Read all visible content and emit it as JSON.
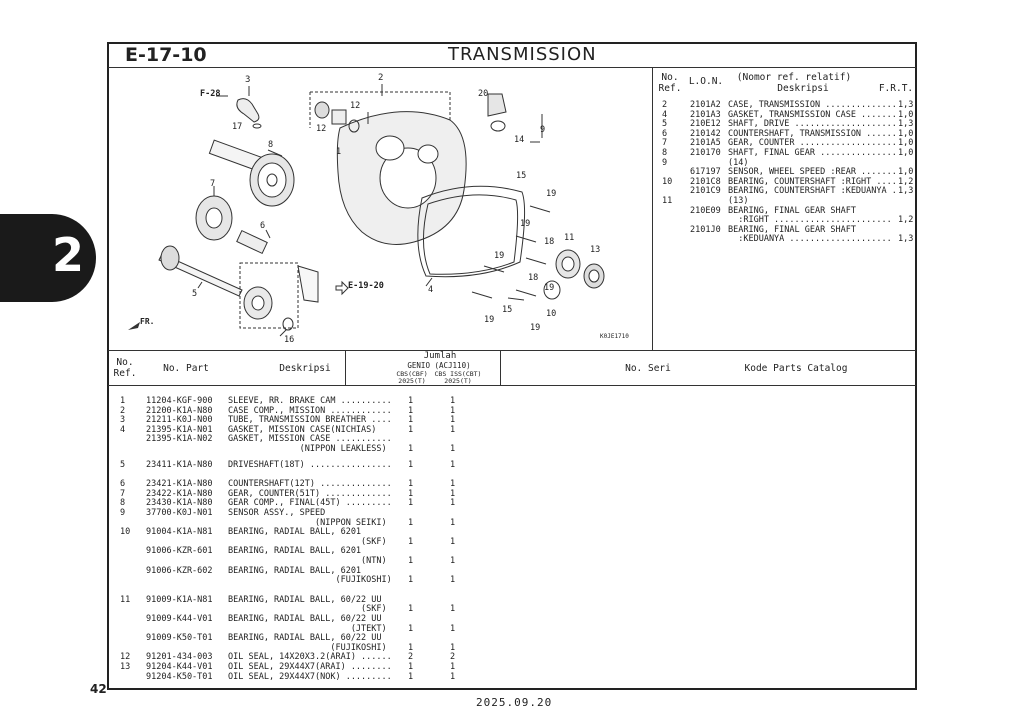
{
  "header": {
    "section_code": "E-17-10",
    "title": "TRANSMISSION"
  },
  "side_tab": "2",
  "page_number": "42",
  "footer_date": "2025.09.20",
  "diagram": {
    "code": "K0JE1710",
    "refs": {
      "r1": "1",
      "r2": "2",
      "r3": "3",
      "r4": "4",
      "r5": "5",
      "r6": "6",
      "r7": "7",
      "r8": "8",
      "r9": "9",
      "r10": "10",
      "r11": "11",
      "r12a": "12",
      "r12b": "12",
      "r13": "13",
      "r14": "14",
      "r15a": "15",
      "r15b": "15",
      "r16": "16",
      "r17": "17",
      "r18a": "18",
      "r18b": "18",
      "r19a": "19",
      "r19b": "19",
      "r19c": "19",
      "r19d": "19",
      "r19e": "19",
      "r20": "20"
    },
    "f28": "F-28",
    "e1920": "E-19-20",
    "fr": "FR."
  },
  "right_table": {
    "headers": {
      "no": "No.",
      "ref": "Ref.",
      "lon": "L.O.N.",
      "desc_top": "(Nomor ref. relatif)",
      "desc": "Deskripsi",
      "frt": "F.R.T."
    },
    "rows": [
      {
        "ref": "2",
        "lon": "2101A2",
        "desc": "CASE, TRANSMISSION ..............",
        "frt": "1,3"
      },
      {
        "ref": "4",
        "lon": "2101A3",
        "desc": "GASKET, TRANSMISSION CASE .......",
        "frt": "1,0"
      },
      {
        "ref": "5",
        "lon": "210E12",
        "desc": "SHAFT, DRIVE ....................",
        "frt": "1,3"
      },
      {
        "ref": "6",
        "lon": "210142",
        "desc": "COUNTERSHAFT, TRANSMISSION ......",
        "frt": "1,0"
      },
      {
        "ref": "7",
        "lon": "2101A5",
        "desc": "GEAR, COUNTER ...................",
        "frt": "1,0"
      },
      {
        "ref": "8",
        "lon": "210170",
        "desc": "SHAFT, FINAL GEAR ...............",
        "frt": "1,0"
      },
      {
        "ref": "9",
        "lon": "",
        "desc": "(14)",
        "frt": ""
      },
      {
        "ref": "",
        "lon": "617197",
        "desc": "SENSOR, WHEEL SPEED :REAR .......",
        "frt": "1,0"
      },
      {
        "ref": "10",
        "lon": "2101C8",
        "desc": "BEARING, COUNTERSHAFT :RIGHT ....",
        "frt": "1,2"
      },
      {
        "ref": "",
        "lon": "2101C9",
        "desc": "BEARING, COUNTERSHAFT :KEDUANYA .",
        "frt": "1,3"
      },
      {
        "ref": "11",
        "lon": "",
        "desc": "(13)",
        "frt": ""
      },
      {
        "ref": "",
        "lon": "210E09",
        "desc": "BEARING, FINAL GEAR SHAFT",
        "frt": ""
      },
      {
        "ref": "",
        "lon": "",
        "desc": "  :RIGHT .......................",
        "frt": "1,2"
      },
      {
        "ref": "",
        "lon": "2101J0",
        "desc": "BEARING, FINAL GEAR SHAFT",
        "frt": ""
      },
      {
        "ref": "",
        "lon": "",
        "desc": "  :KEDUANYA ....................",
        "frt": "1,3"
      }
    ]
  },
  "parts_table": {
    "headers": {
      "no": "No.",
      "ref": "Ref.",
      "part_no": "No. Part",
      "desc": "Deskripsi",
      "jumlah": "Jumlah",
      "model": "GENIO (ACJ110)",
      "cbs_cbf": "CBS(CBF)",
      "cbs_iss": "CBS ISS(CBT)",
      "y1": "2025(T)",
      "y2": "2025(T)",
      "seri": "No. Seri",
      "catalog": "Kode Parts Catalog"
    },
    "rows": [
      {
        "ref": "1",
        "part": "11204-KGF-900",
        "desc": "SLEEVE, RR. BRAKE CAM ..........",
        "q1": "1",
        "q2": "1"
      },
      {
        "ref": "2",
        "part": "21200-K1A-N80",
        "desc": "CASE COMP., MISSION ............",
        "q1": "1",
        "q2": "1"
      },
      {
        "ref": "3",
        "part": "21211-K0J-N00",
        "desc": "TUBE, TRANSMISSION BREATHER ....",
        "q1": "1",
        "q2": "1"
      },
      {
        "ref": "4",
        "part": "21395-K1A-N01",
        "desc": "GASKET, MISSION CASE(NICHIAS)",
        "q1": "1",
        "q2": "1"
      },
      {
        "ref": "",
        "part": "21395-K1A-N02",
        "desc": "GASKET, MISSION CASE ...........",
        "q1": "",
        "q2": ""
      },
      {
        "ref": "",
        "part": "",
        "desc": "              (NIPPON LEAKLESS)",
        "q1": "1",
        "q2": "1"
      },
      {
        "ref": "5",
        "part": "23411-K1A-N80",
        "desc": "DRIVESHAFT(18T) ................",
        "q1": "1",
        "q2": "1"
      },
      {
        "ref": "6",
        "part": "23421-K1A-N80",
        "desc": "COUNTERSHAFT(12T) ..............",
        "q1": "1",
        "q2": "1"
      },
      {
        "ref": "7",
        "part": "23422-K1A-N80",
        "desc": "GEAR, COUNTER(51T) .............",
        "q1": "1",
        "q2": "1"
      },
      {
        "ref": "8",
        "part": "23430-K1A-N80",
        "desc": "GEAR COMP., FINAL(45T) .........",
        "q1": "1",
        "q2": "1"
      },
      {
        "ref": "9",
        "part": "37700-K0J-N01",
        "desc": "SENSOR ASSY., SPEED",
        "q1": "",
        "q2": ""
      },
      {
        "ref": "",
        "part": "",
        "desc": "                 (NIPPON SEIKI)",
        "q1": "1",
        "q2": "1"
      },
      {
        "ref": "10",
        "part": "91004-K1A-N81",
        "desc": "BEARING, RADIAL BALL, 6201",
        "q1": "",
        "q2": ""
      },
      {
        "ref": "",
        "part": "",
        "desc": "                          (SKF)",
        "q1": "1",
        "q2": "1"
      },
      {
        "ref": "",
        "part": "91006-KZR-601",
        "desc": "BEARING, RADIAL BALL, 6201",
        "q1": "",
        "q2": ""
      },
      {
        "ref": "",
        "part": "",
        "desc": "                          (NTN)",
        "q1": "1",
        "q2": "1"
      },
      {
        "ref": "",
        "part": "91006-KZR-602",
        "desc": "BEARING, RADIAL BALL, 6201",
        "q1": "",
        "q2": ""
      },
      {
        "ref": "",
        "part": "",
        "desc": "                     (FUJIKOSHI)",
        "q1": "1",
        "q2": "1"
      },
      {
        "ref": "11",
        "part": "91009-K1A-N81",
        "desc": "BEARING, RADIAL BALL, 60/22 UU",
        "q1": "",
        "q2": ""
      },
      {
        "ref": "",
        "part": "",
        "desc": "                          (SKF)",
        "q1": "1",
        "q2": "1"
      },
      {
        "ref": "",
        "part": "91009-K44-V01",
        "desc": "BEARING, RADIAL BALL, 60/22 UU",
        "q1": "",
        "q2": ""
      },
      {
        "ref": "",
        "part": "",
        "desc": "                        (JTEKT)",
        "q1": "1",
        "q2": "1"
      },
      {
        "ref": "",
        "part": "91009-K50-T01",
        "desc": "BEARING, RADIAL BALL, 60/22 UU",
        "q1": "",
        "q2": ""
      },
      {
        "ref": "",
        "part": "",
        "desc": "                    (FUJIKOSHI)",
        "q1": "1",
        "q2": "1"
      },
      {
        "ref": "12",
        "part": "91201-434-003",
        "desc": "OIL SEAL, 14X20X3.2(ARAI) ......",
        "q1": "2",
        "q2": "2"
      },
      {
        "ref": "13",
        "part": "91204-K44-V01",
        "desc": "OIL SEAL, 29X44X7(ARAI) ........",
        "q1": "1",
        "q2": "1"
      },
      {
        "ref": "",
        "part": "91204-K50-T01",
        "desc": "OIL SEAL, 29X44X7(NOK) .........",
        "q1": "1",
        "q2": "1"
      }
    ]
  }
}
